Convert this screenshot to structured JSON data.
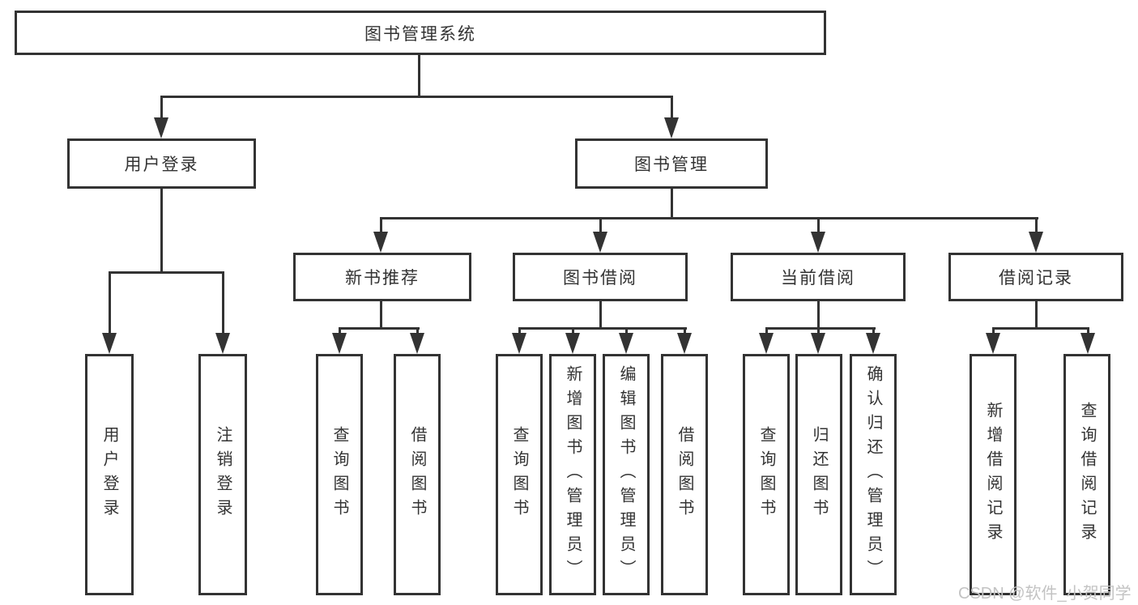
{
  "diagram": {
    "type": "hierarchy",
    "root": {
      "label": "图书管理系统"
    },
    "branch_user_login": {
      "label": "用户登录",
      "leaf_login": "用户登录",
      "leaf_logout": "注销登录"
    },
    "branch_book_management": {
      "label": "图书管理",
      "module_new_book_recommend": {
        "label": "新书推荐",
        "leaf_query_book": "查询图书",
        "leaf_borrow_book": "借阅图书"
      },
      "module_book_borrow": {
        "label": "图书借阅",
        "leaf_query_book": "查询图书",
        "leaf_add_book": "新增图书（管理员）",
        "leaf_edit_book": "编辑图书（管理员）",
        "leaf_borrow_book": "借阅图书"
      },
      "module_current_borrow": {
        "label": "当前借阅",
        "leaf_query_book": "查询图书",
        "leaf_return_book": "归还图书",
        "leaf_confirm_return": "确认归还（管理员）"
      },
      "module_borrow_record": {
        "label": "借阅记录",
        "leaf_add_record": "新增借阅记录",
        "leaf_query_record": "查询借阅记录"
      }
    }
  },
  "watermark": {
    "text": "CSDN @软件_小贺同学"
  },
  "colors": {
    "line": "#333333",
    "box_border": "#333333",
    "text": "#333333",
    "watermark": "#c3c3c3",
    "background": "#ffffff"
  }
}
